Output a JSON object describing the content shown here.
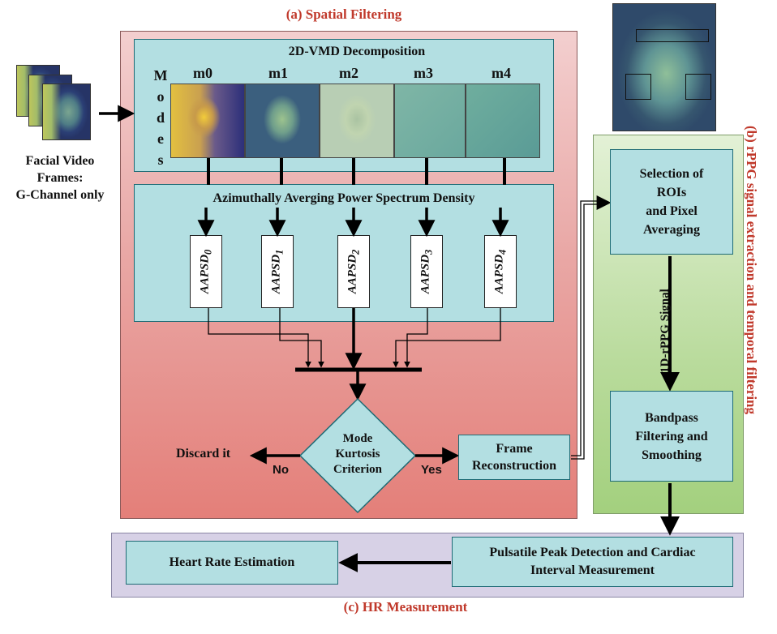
{
  "panel_a_title": "(a) Spatial Filtering",
  "panel_b_title": "(b) rPPG signal extraction and temporal filtering",
  "panel_c_title": "(c) HR Measurement",
  "input_label": [
    "Facial Video",
    "Frames:",
    "G-Channel only"
  ],
  "vmd": {
    "title": "2D-VMD Decomposition",
    "modes_label": [
      "M",
      "o",
      "d",
      "e",
      "s"
    ],
    "mode_names": [
      "m0",
      "m1",
      "m2",
      "m3",
      "m4"
    ]
  },
  "psd": {
    "title": "Azimuthally Averging Power Spectrum Density",
    "boxes": [
      {
        "base": "AAPSD",
        "sub": "0"
      },
      {
        "base": "AAPSD",
        "sub": "1"
      },
      {
        "base": "AAPSD",
        "sub": "2"
      },
      {
        "base": "AAPSD",
        "sub": "3"
      },
      {
        "base": "AAPSD",
        "sub": "4"
      }
    ]
  },
  "decision": {
    "line1": "Mode",
    "line2": "Kurtosis",
    "line3": "Criterion"
  },
  "no_label": "No",
  "yes_label": "Yes",
  "discard_label": "Discard it",
  "frame_recon": {
    "line1": "Frame",
    "line2": "Reconstruction"
  },
  "roi_box": {
    "line1": "Selection of",
    "line2": "ROIs",
    "line3": "and Pixel",
    "line4": "Averaging"
  },
  "signal_label": "1D-rPPG Signal",
  "bandpass_box": {
    "line1": "Bandpass",
    "line2": "Filtering and",
    "line3": "Smoothing"
  },
  "peak_box": {
    "line1": "Pulsatile Peak Detection and Cardiac",
    "line2": "Interval Measurement"
  },
  "hr_box": "Heart Rate Estimation",
  "colors": {
    "panel_title": "#c0392b",
    "box_fill": "#b3dfe2",
    "box_border": "#1e6b75",
    "panel_a_top": "#f3cfcf",
    "panel_a_bottom": "#e47f79",
    "panel_b": "#b9db9c",
    "panel_c": "#d7d1e6"
  }
}
